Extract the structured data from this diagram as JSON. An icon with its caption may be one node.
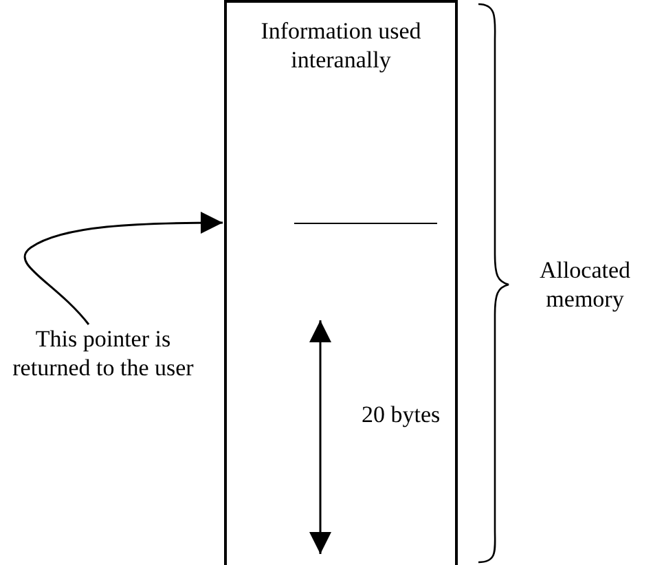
{
  "diagram": {
    "nodes": [
      {
        "text": [],
        "shape": "box"
      },
      {
        "text": [
          "Information used interanally"
        ],
        "in": 0
      },
      {
        "text": [
          "20 bytes"
        ],
        "in": 0
      },
      {
        "text": [
          "This pointer is returned to the user"
        ]
      }
    ],
    "edges": [
      {
        "from": 3,
        "to": 0,
        "arrow": "to"
      }
    ],
    "labels": [
      "Allocated memory"
    ]
  }
}
